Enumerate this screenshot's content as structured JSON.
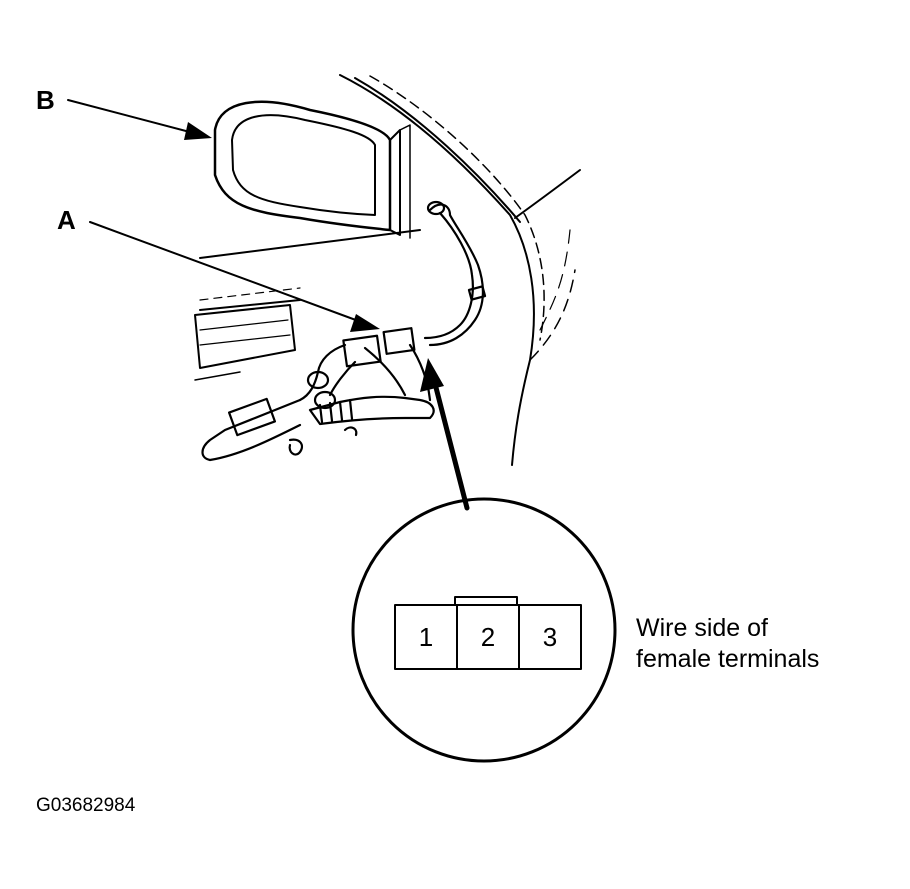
{
  "callouts": {
    "b_label": "B",
    "a_label": "A"
  },
  "connector_view": {
    "terminals": [
      "1",
      "2",
      "3"
    ],
    "caption_line1": "Wire side of",
    "caption_line2": "female terminals"
  },
  "figure_id": "G03682984"
}
